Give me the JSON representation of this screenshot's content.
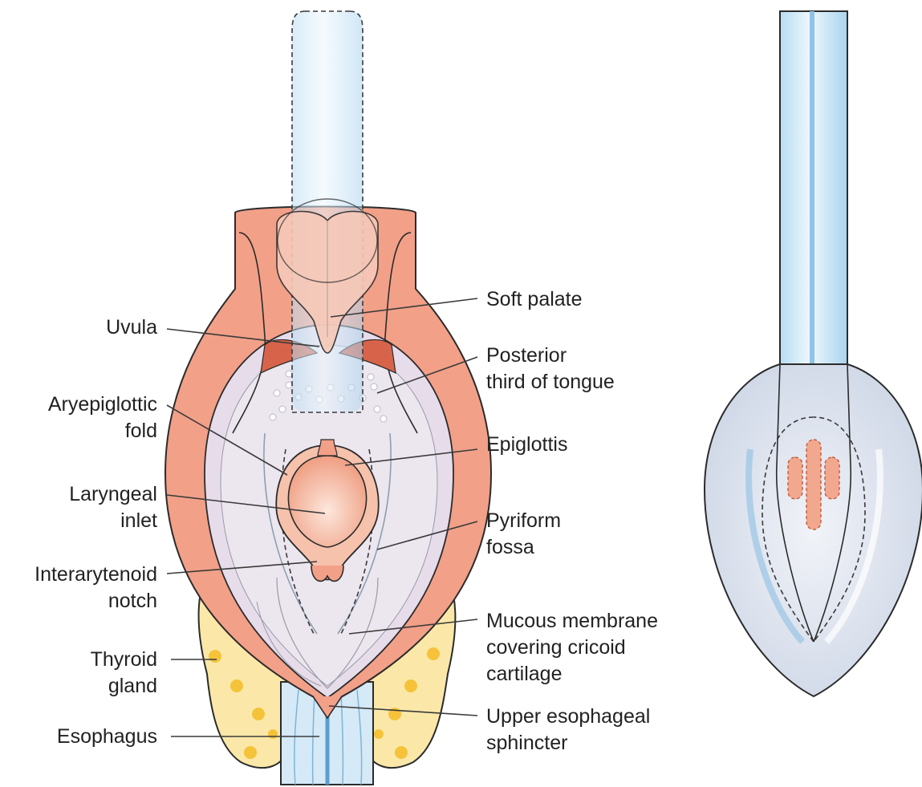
{
  "labels": {
    "soft_palate": "Soft palate",
    "uvula": "Uvula",
    "posterior_tongue_1": "Posterior",
    "posterior_tongue_2": "third of tongue",
    "aryepiglottic_1": "Aryepiglottic",
    "aryepiglottic_2": "fold",
    "epiglottis": "Epiglottis",
    "laryngeal_1": "Laryngeal",
    "laryngeal_2": "inlet",
    "pyriform_1": "Pyriform",
    "pyriform_2": "fossa",
    "interarytenoid_1": "Interarytenoid",
    "interarytenoid_2": "notch",
    "mucous_1": "Mucous membrane",
    "mucous_2": "covering cricoid",
    "mucous_3": "cartilage",
    "thyroid_1": "Thyroid",
    "thyroid_2": "gland",
    "esophagus": "Esophagus",
    "ues_1": "Upper esophageal",
    "ues_2": "sphincter"
  },
  "colors": {
    "tissue": "#f2a088",
    "tissue_light": "#f8c9b8",
    "tube_blue": "#cfe6f5",
    "tube_blue_dark": "#8fc4e6",
    "cuff_gray": "#dfe4ee",
    "thyroid_yellow": "#fbe8a8",
    "thyroid_spot": "#f5c23a"
  }
}
